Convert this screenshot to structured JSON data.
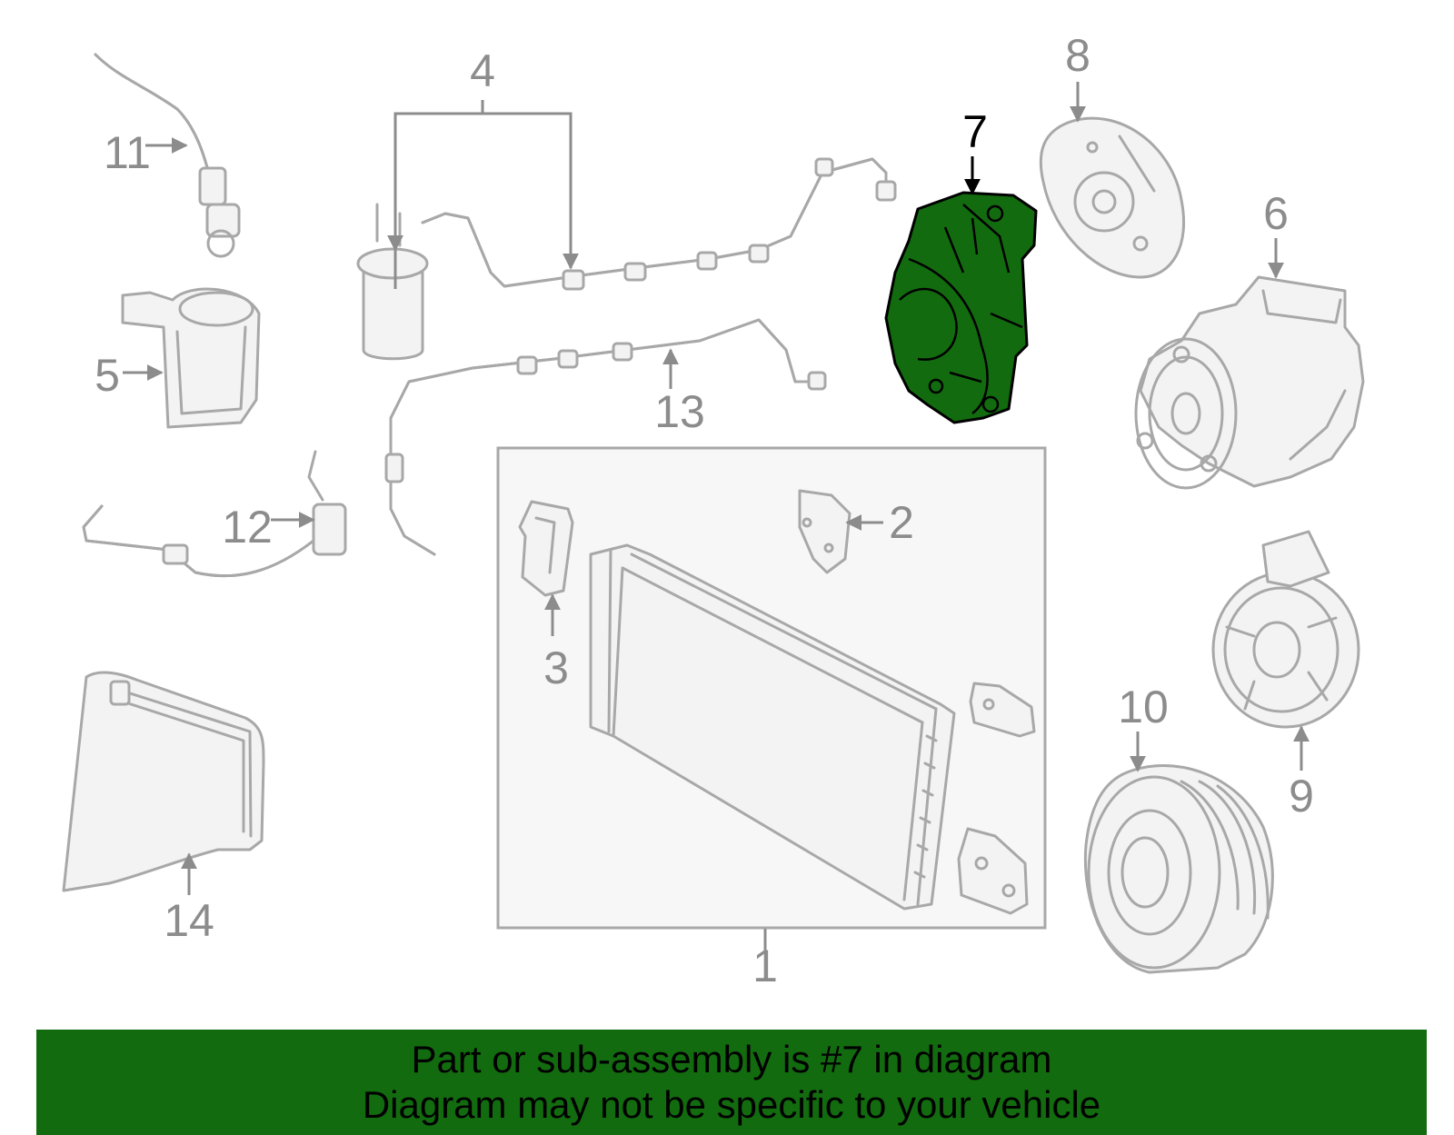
{
  "diagram": {
    "highlighted_part": "7",
    "highlight_color": "#136b0f",
    "callouts": [
      "1",
      "2",
      "3",
      "4",
      "5",
      "6",
      "7",
      "8",
      "9",
      "10",
      "11",
      "12",
      "13",
      "14"
    ]
  },
  "banner": {
    "line1": "Part or sub-assembly is #7 in diagram",
    "line2": "Diagram may not be specific to your vehicle",
    "background": "#136b0f"
  }
}
